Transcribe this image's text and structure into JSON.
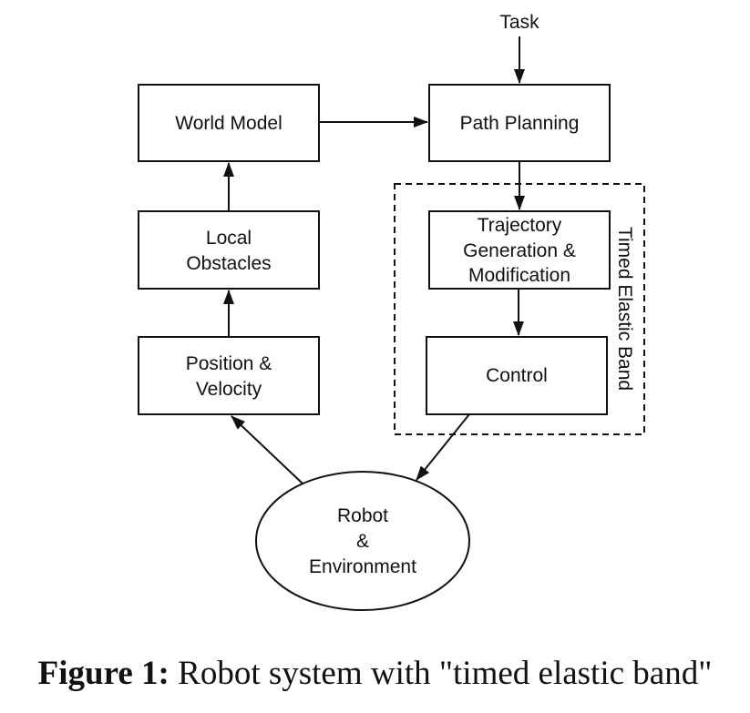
{
  "diagram": {
    "task_label": "Task",
    "world_model": "World Model",
    "path_planning": "Path Planning",
    "local_obstacles": [
      "Local",
      "Obstacles"
    ],
    "position_velocity": [
      "Position &",
      "Velocity"
    ],
    "trajectory": [
      "Trajectory",
      "Generation &",
      "Modification"
    ],
    "control": "Control",
    "robot_env": [
      "Robot",
      "&",
      "Environment"
    ],
    "group_label": "Timed Elastic Band"
  },
  "caption": {
    "label": "Figure 1:",
    "text": " Robot system with \"timed elastic band\""
  }
}
